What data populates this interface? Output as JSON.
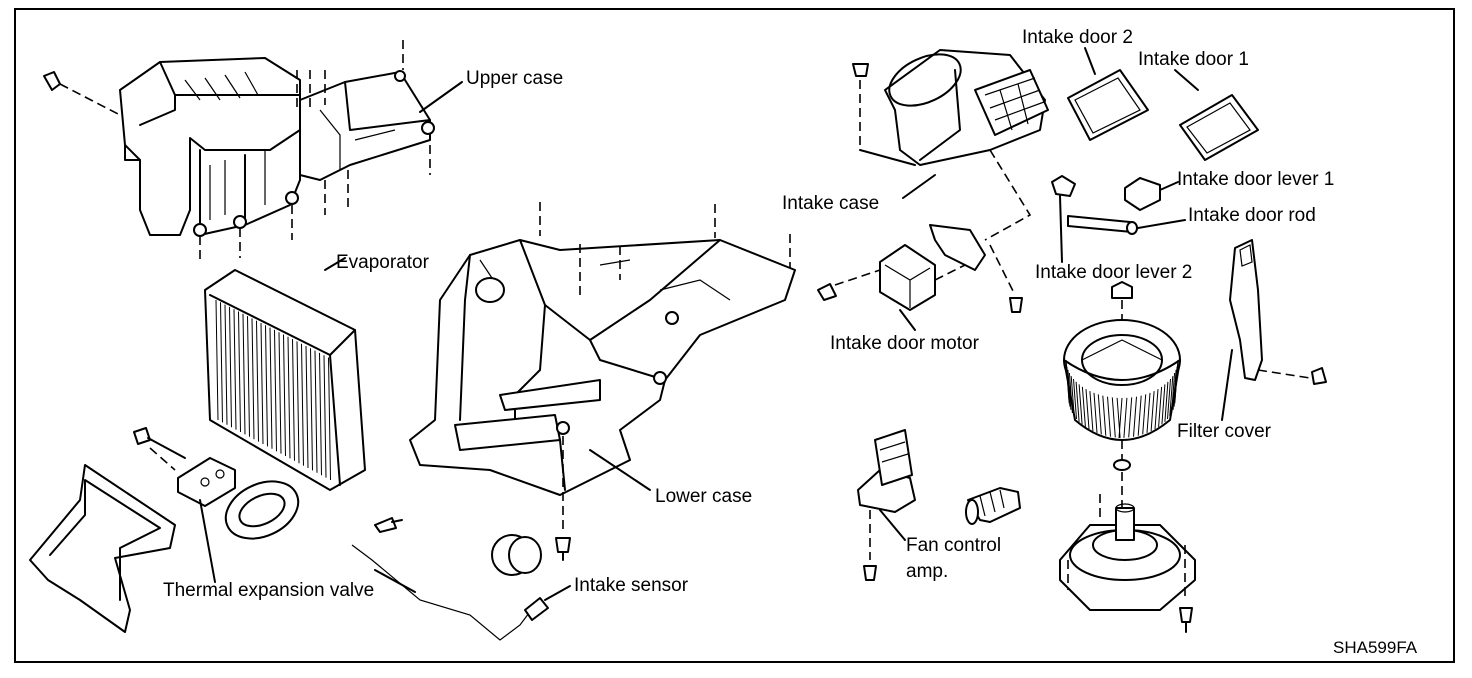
{
  "labels": {
    "upper_case": "Upper case",
    "evaporator": "Evaporator",
    "lower_case": "Lower case",
    "thermal_expansion_valve": "Thermal expansion valve",
    "intake_sensor": "Intake sensor",
    "intake_case": "Intake case",
    "intake_door_motor": "Intake door motor",
    "intake_door_2": "Intake door 2",
    "intake_door_1": "Intake door 1",
    "intake_door_lever_1": "Intake door lever 1",
    "intake_door_rod": "Intake door rod",
    "intake_door_lever_2": "Intake door lever 2",
    "filter_cover": "Filter cover",
    "fan_control_amp_line1": "Fan control",
    "fan_control_amp_line2": "amp."
  },
  "figure_code": "SHA599FA"
}
